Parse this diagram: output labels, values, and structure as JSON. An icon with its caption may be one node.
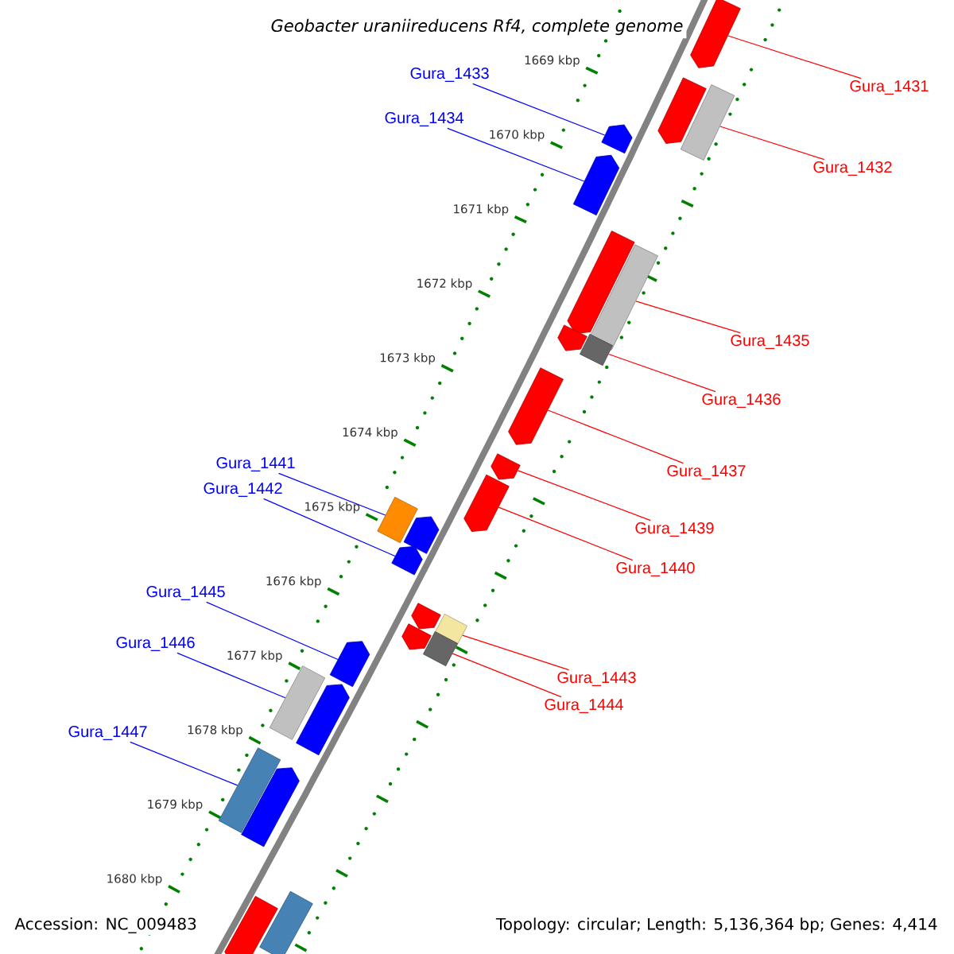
{
  "diagram": {
    "title": "Geobacter uraniireducens Rf4, complete genome",
    "nodes": [
      {
        "text": [
          "Gura_1431"
        ]
      },
      {
        "text": [
          "Gura_1433"
        ]
      },
      {
        "text": [
          "Gura_1434"
        ]
      },
      {
        "text": [
          "Gura_1432"
        ]
      },
      {
        "text": [
          "Gura_1435"
        ]
      },
      {
        "text": [
          "Gura_1436"
        ]
      },
      {
        "text": [
          "Gura_1437"
        ]
      },
      {
        "text": [
          "Gura_1441"
        ]
      },
      {
        "text": [
          "Gura_1442"
        ]
      },
      {
        "text": [
          "Gura_1439"
        ]
      },
      {
        "text": [
          "Gura_1440"
        ]
      },
      {
        "text": [
          "Gura_1445"
        ]
      },
      {
        "text": [
          "Gura_1443"
        ]
      },
      {
        "text": [
          "Gura_1446"
        ]
      },
      {
        "text": [
          "Gura_1444"
        ]
      },
      {
        "text": [
          "Gura_1447"
        ]
      },
      {
        "text": [],
        "shape": "arrow"
      },
      {
        "text": [],
        "shape": "arrow"
      },
      {
        "text": [],
        "shape": "box"
      },
      {
        "text": [],
        "shape": "arrow"
      },
      {
        "text": [],
        "shape": "arrow"
      },
      {
        "text": [],
        "shape": "arrow"
      },
      {
        "text": [],
        "shape": "box"
      },
      {
        "text": [],
        "shape": "arrow"
      },
      {
        "text": [],
        "shape": "box"
      },
      {
        "text": [],
        "shape": "arrow"
      },
      {
        "text": [],
        "shape": "arrow"
      },
      {
        "text": [],
        "shape": "arrow"
      },
      {
        "text": [],
        "shape": "box"
      },
      {
        "text": [],
        "shape": "arrow"
      },
      {
        "text": [],
        "shape": "arrow"
      },
      {
        "text": [],
        "shape": "arrow"
      },
      {
        "text": [],
        "shape": "box"
      },
      {
        "text": [],
        "shape": "arrow"
      },
      {
        "text": [],
        "shape": "box"
      },
      {
        "text": [],
        "shape": "arrow"
      },
      {
        "text": [],
        "shape": "box"
      },
      {
        "text": [],
        "shape": "arrow"
      },
      {
        "text": [],
        "shape": "box"
      },
      {
        "text": [],
        "shape": "arrow"
      },
      {
        "text": [],
        "shape": "arrow"
      },
      {
        "text": [],
        "shape": "box"
      }
    ],
    "edges": [
      {
        "from": 0,
        "to": 16,
        "arrow": "none",
        "color": "#ff0000"
      },
      {
        "from": 1,
        "to": 19,
        "arrow": "none",
        "color": "#0000ff"
      },
      {
        "from": 2,
        "to": 20,
        "arrow": "none",
        "color": "#0000ff"
      },
      {
        "from": 3,
        "to": 18,
        "arrow": "none",
        "color": "#ff0000"
      },
      {
        "from": 4,
        "to": 22,
        "arrow": "none",
        "color": "#ff0000"
      },
      {
        "from": 5,
        "to": 24,
        "arrow": "none",
        "color": "#ff0000"
      },
      {
        "from": 6,
        "to": 25,
        "arrow": "none",
        "color": "#ff0000"
      },
      {
        "from": 7,
        "to": 28,
        "arrow": "none",
        "color": "#0000ff"
      },
      {
        "from": 8,
        "to": 30,
        "arrow": "none",
        "color": "#0000ff"
      },
      {
        "from": 9,
        "to": 26,
        "arrow": "none",
        "color": "#ff0000"
      },
      {
        "from": 10,
        "to": 27,
        "arrow": "none",
        "color": "#ff0000"
      },
      {
        "from": 11,
        "to": 35,
        "arrow": "none",
        "color": "#0000ff"
      },
      {
        "from": 12,
        "to": 32,
        "arrow": "none",
        "color": "#ff0000"
      },
      {
        "from": 13,
        "to": 36,
        "arrow": "none",
        "color": "#0000ff"
      },
      {
        "from": 14,
        "to": 34,
        "arrow": "none",
        "color": "#ff0000"
      },
      {
        "from": 15,
        "to": 38,
        "arrow": "none",
        "color": "#0000ff"
      }
    ],
    "labels": [
      "1669 kbp",
      "1670 kbp",
      "1671 kbp",
      "1672 kbp",
      "1673 kbp",
      "1674 kbp",
      "1675 kbp",
      "1676 kbp",
      "1677 kbp",
      "1678 kbp",
      "1679 kbp",
      "1680 kbp",
      "Accession: NC_009483",
      "Topology: circular; Length: 5,136,364 bp; Genes: 4,414"
    ]
  }
}
